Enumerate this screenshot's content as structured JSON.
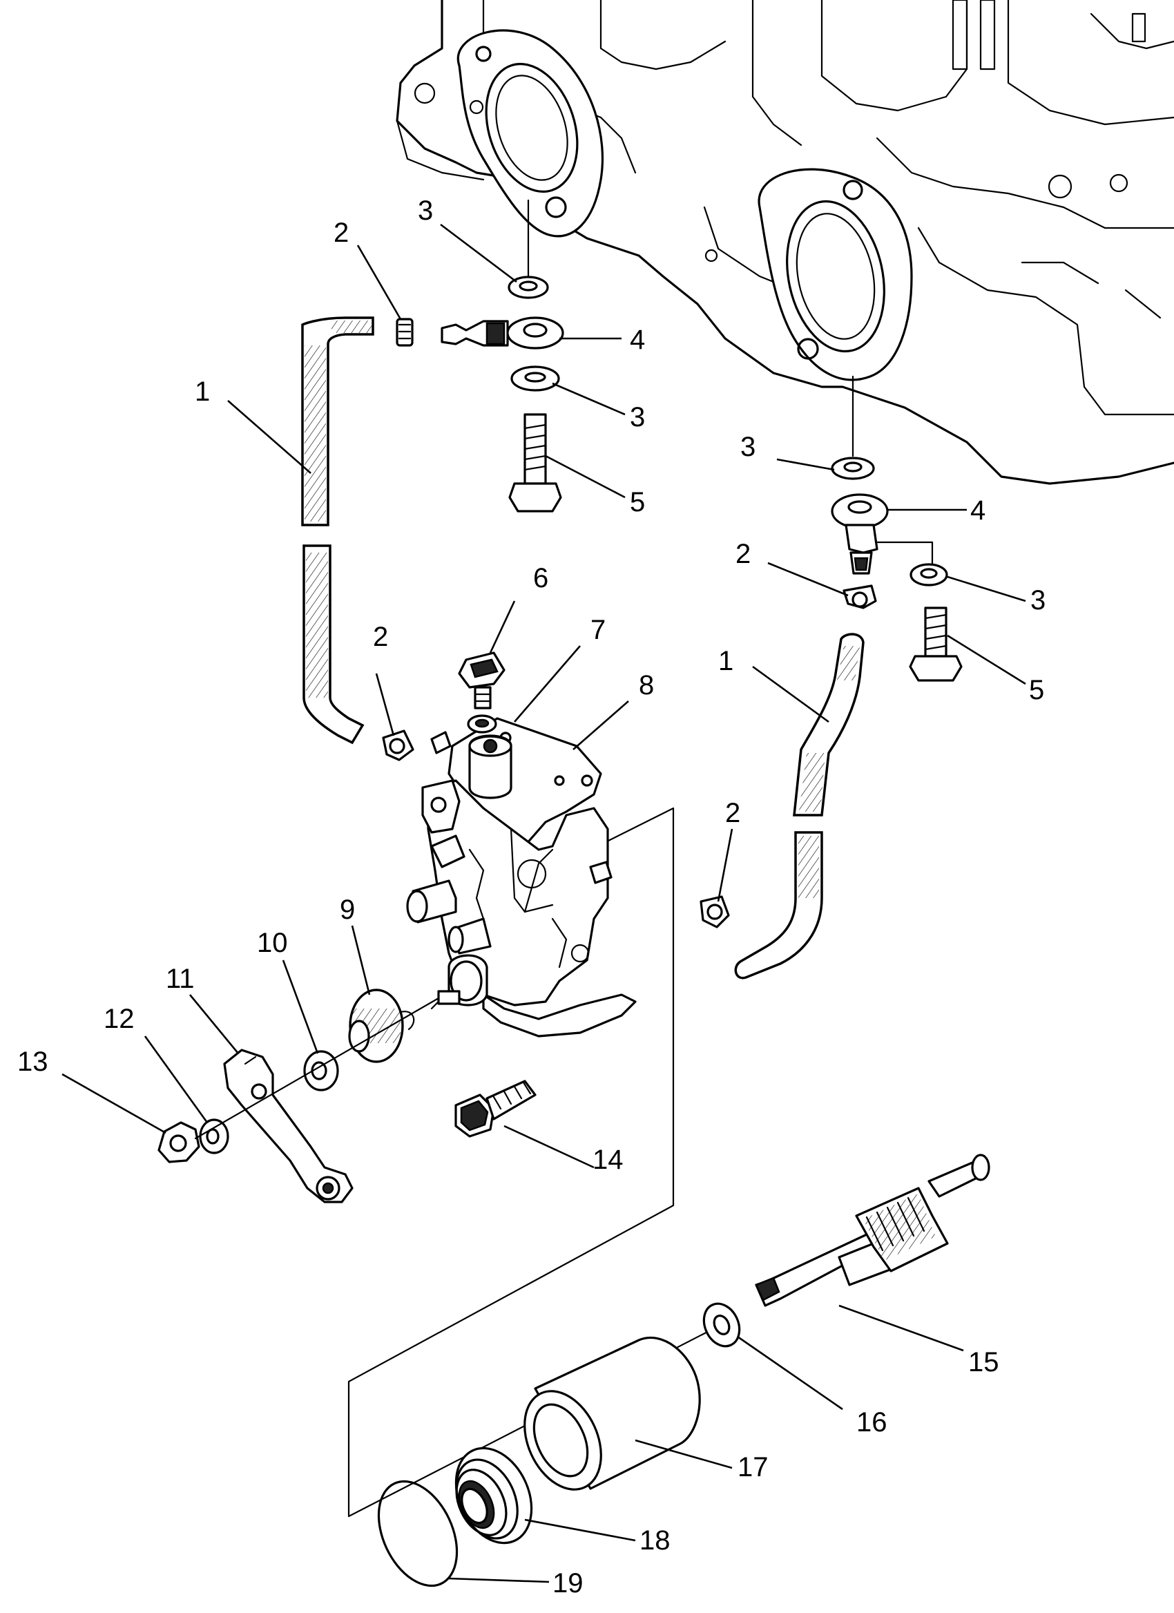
{
  "diagram": {
    "callouts": [
      {
        "id": "c1a",
        "label": "1"
      },
      {
        "id": "c2a",
        "label": "2"
      },
      {
        "id": "c3a",
        "label": "3"
      },
      {
        "id": "c4a",
        "label": "4"
      },
      {
        "id": "c3b",
        "label": "3"
      },
      {
        "id": "c5a",
        "label": "5"
      },
      {
        "id": "c3c",
        "label": "3"
      },
      {
        "id": "c4b",
        "label": "4"
      },
      {
        "id": "c2b",
        "label": "2"
      },
      {
        "id": "c3d",
        "label": "3"
      },
      {
        "id": "c5b",
        "label": "5"
      },
      {
        "id": "c6",
        "label": "6"
      },
      {
        "id": "c7",
        "label": "7"
      },
      {
        "id": "c8",
        "label": "8"
      },
      {
        "id": "c2c",
        "label": "2"
      },
      {
        "id": "c1b",
        "label": "1"
      },
      {
        "id": "c2d",
        "label": "2"
      },
      {
        "id": "c9",
        "label": "9"
      },
      {
        "id": "c10",
        "label": "10"
      },
      {
        "id": "c11",
        "label": "11"
      },
      {
        "id": "c12",
        "label": "12"
      },
      {
        "id": "c13",
        "label": "13"
      },
      {
        "id": "c14",
        "label": "14"
      },
      {
        "id": "c15",
        "label": "15"
      },
      {
        "id": "c16",
        "label": "16"
      },
      {
        "id": "c17",
        "label": "17"
      },
      {
        "id": "c18",
        "label": "18"
      },
      {
        "id": "c19",
        "label": "19"
      }
    ]
  }
}
